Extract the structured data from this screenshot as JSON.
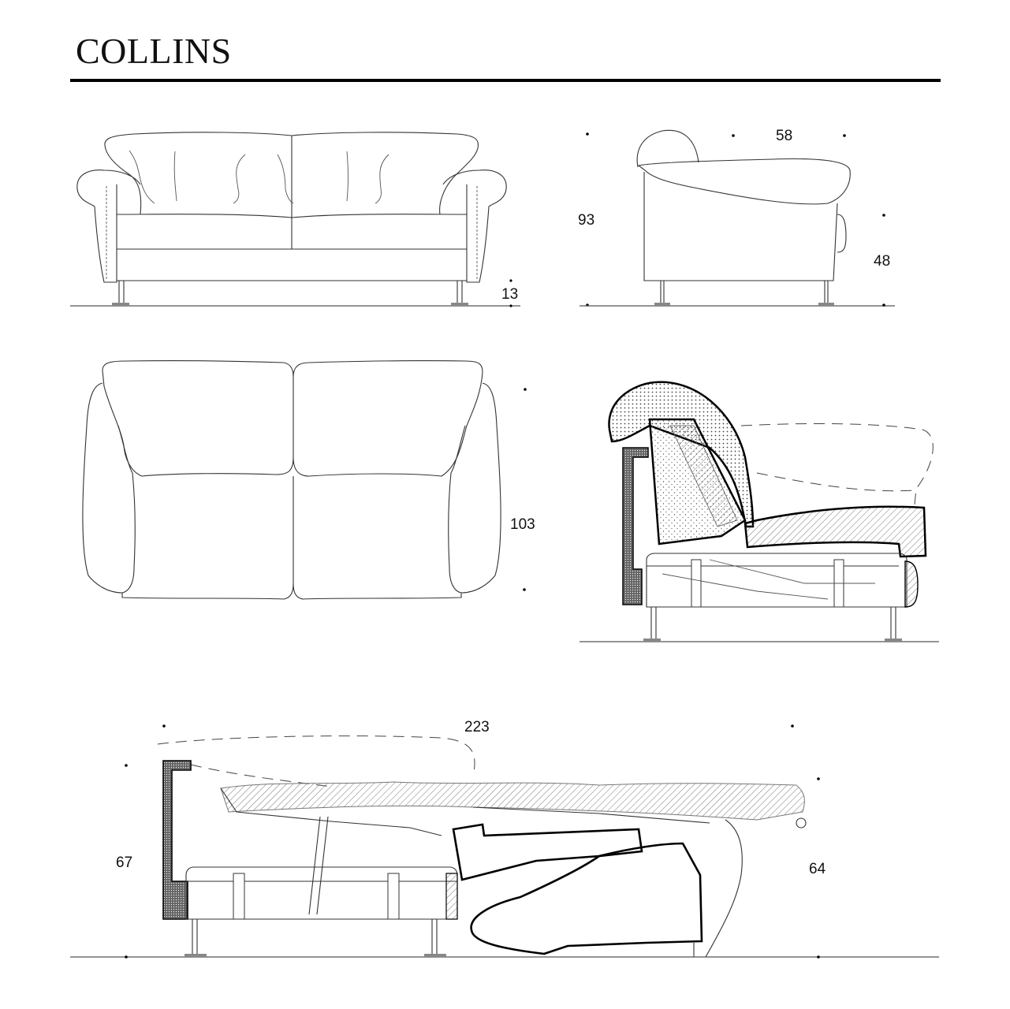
{
  "document": {
    "title": "COLLINS",
    "unit_hint": "cm"
  },
  "views": {
    "front": {
      "label": "front-elevation"
    },
    "side": {
      "label": "side-elevation"
    },
    "top": {
      "label": "plan-view"
    },
    "section": {
      "label": "section-view"
    },
    "bed": {
      "label": "bed-open-section"
    }
  },
  "dimensions": {
    "front_leg_height": "13",
    "total_height": "93",
    "depth": "58",
    "seat_height": "48",
    "plan_depth": "103",
    "bed_length": "223",
    "bed_left_height": "67",
    "bed_right_height": "64"
  },
  "colors": {
    "ink": "#000000",
    "line": "#333333",
    "background": "#ffffff"
  }
}
